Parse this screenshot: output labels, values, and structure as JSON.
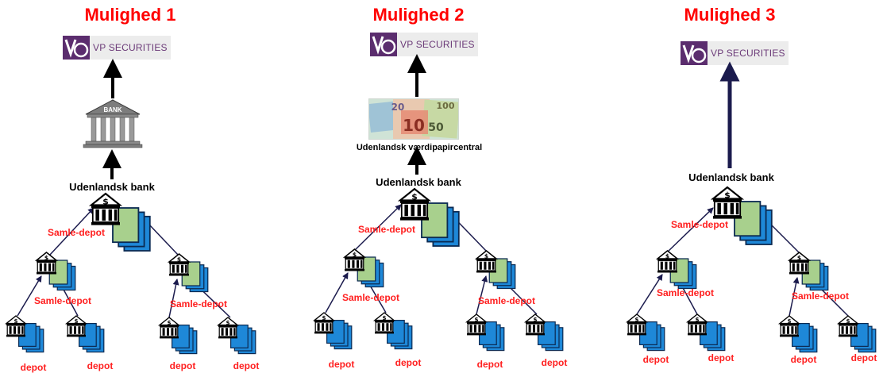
{
  "diagrams": [
    {
      "title": "Mulighed 1",
      "vp_label": "VP SECURITIES",
      "intermediary": "bank-building-icon",
      "bank_icon_label": "BANK",
      "foreign_bank_label": "Udenlandsk bank",
      "samle_labels": [
        "Samle-depot",
        "Samle-depot",
        "Samle-depot"
      ],
      "depot_labels": [
        "depot",
        "depot",
        "depot",
        "depot"
      ]
    },
    {
      "title": "Mulighed 2",
      "vp_label": "VP SECURITIES",
      "intermediary": "banknotes-image",
      "central_label": "Udenlandsk værdipapircentral",
      "foreign_bank_label": "Udenlandsk bank",
      "samle_labels": [
        "Samle-depot",
        "Samle-depot",
        "Samle-depot"
      ],
      "depot_labels": [
        "depot",
        "depot",
        "depot",
        "depot"
      ]
    },
    {
      "title": "Mulighed 3",
      "vp_label": "VP SECURITIES",
      "intermediary": "none",
      "foreign_bank_label": "Udenlandsk bank",
      "samle_labels": [
        "Samle-depot",
        "Samle-depot",
        "Samle-depot"
      ],
      "depot_labels": [
        "depot",
        "depot",
        "depot",
        "depot"
      ]
    }
  ],
  "colors": {
    "title": "#ff0000",
    "labels_red": "#ff2020",
    "vp_purple": "#5b2d6e",
    "connector": "#1b1b4d",
    "doc_blue": "#1e88d8",
    "doc_green": "#a8d08d"
  }
}
